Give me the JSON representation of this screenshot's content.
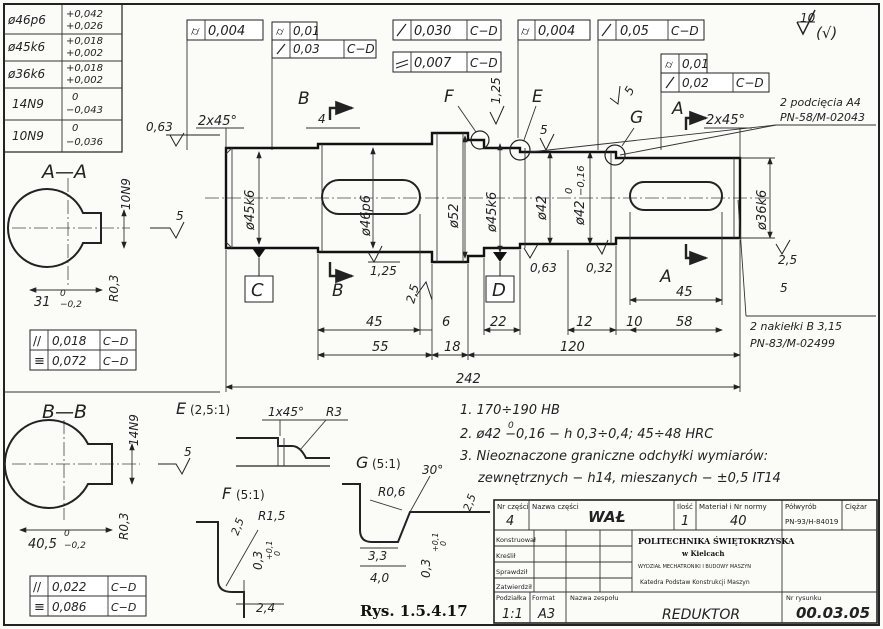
{
  "tolerance_table": [
    {
      "fit": "ø46p6",
      "upper": "+0,042",
      "lower": "+0,026"
    },
    {
      "fit": "ø45k6",
      "upper": "+0,018",
      "lower": "+0,002"
    },
    {
      "fit": "ø36k6",
      "upper": "+0,018",
      "lower": "+0,002"
    },
    {
      "fit": "14N9",
      "upper": "0",
      "lower": "−0,043"
    },
    {
      "fit": "10N9",
      "upper": "0",
      "lower": "−0,036"
    }
  ],
  "roughness_general": {
    "value": "10",
    "extra": "(√)"
  },
  "gdt_frames": {
    "f1": {
      "value": "0,004"
    },
    "f2a": {
      "value": "0,01"
    },
    "f2b": {
      "value": "0,03",
      "datum": "C−D"
    },
    "f3a": {
      "value": "0,030",
      "datum": "C−D"
    },
    "f3b": {
      "value": "0,007",
      "datum": "C−D"
    },
    "f4": {
      "value": "0,004"
    },
    "f5": {
      "value": "0,05",
      "datum": "C−D"
    },
    "f6a": {
      "value": "0,01"
    },
    "f6b": {
      "value": "0,02",
      "datum": "C−D"
    }
  },
  "section_labels": {
    "aa": "A—A",
    "bb": "B—B",
    "a_top": "A",
    "a_bottom": "A",
    "b_top": "B",
    "b_bottom": "B",
    "e": "E",
    "f": "F",
    "g": "G"
  },
  "datums": {
    "c": "C",
    "d": "D"
  },
  "shaft_dims": {
    "chamfer_left": "2x45°",
    "chamfer_right": "2x45°",
    "key_b": "4",
    "d45k6": "ø45k6",
    "d46p6": "ø46p6",
    "d52": "ø52",
    "d45k6b": "ø45k6",
    "d42": "ø42",
    "d42tol": "ø42",
    "d42tol_up": "0",
    "d42tol_low": "−0,16",
    "d36k6": "ø36k6",
    "r063": "0,63",
    "r125a": "1,25",
    "r125b": "1,25",
    "r25a": "2,5",
    "r5a": "5",
    "r5b": "5",
    "r063b": "0,63",
    "r032": "0,32",
    "r25b": "2,5",
    "r5c": "5",
    "len45a": "45",
    "len6": "6",
    "len22": "22",
    "len12": "12",
    "len10": "10",
    "len58": "58",
    "len45b": "45",
    "len55": "55",
    "len18": "18",
    "len120": "120",
    "len242": "242"
  },
  "notes_callouts": {
    "undercut_1": "2 podcięcia A4",
    "undercut_2": "PN-58/M-02043",
    "center_1": "2 nakiełki B 3,15",
    "center_2": "PN-83/M-02499"
  },
  "section_aa": {
    "width": "10N9",
    "depth": "R0,3",
    "size": "31",
    "size_up": "0",
    "size_low": "−0,2",
    "rough": "5",
    "tol1_val": "0,018",
    "tol1_datum": "C−D",
    "tol2_val": "0,072",
    "tol2_datum": "C−D"
  },
  "section_bb": {
    "width": "14N9",
    "depth": "R0,3",
    "size": "40,5",
    "size_up": "0",
    "size_low": "−0,2",
    "rough": "5",
    "tol1_val": "0,022",
    "tol1_datum": "C−D",
    "tol2_val": "0,086",
    "tol2_datum": "C−D"
  },
  "detail_e": {
    "label": "E",
    "scale": "(2,5:1)",
    "chamfer": "1x45°",
    "radius": "R3"
  },
  "detail_f": {
    "label": "F",
    "scale": "(5:1)",
    "radius": "R1,5",
    "rough": "2,5",
    "depth": "0,3",
    "depth_up": "+0,1",
    "depth_low": "0",
    "width": "2,4"
  },
  "detail_g": {
    "label": "G",
    "scale": "(5:1)",
    "radius": "R0,6",
    "angle": "30°",
    "rough": "2,5",
    "w1": "3,3",
    "w2": "4,0",
    "depth": "0,3",
    "depth_up": "+0,1",
    "depth_low": "0"
  },
  "notes": [
    "1. 170÷190 HB",
    "2. ø42 −0,16 − h 0,3÷0,4; 45÷48 HRC",
    "3. Nieoznaczone graniczne odchyłki wymiarów:",
    "zewnętrznych − h14, mieszanych − ±0,5 IT14"
  ],
  "note2_sup": "0",
  "figure_caption": "Rys. 1.5.4.17",
  "title_block": {
    "part_no_label": "Nr części",
    "part_no": "4",
    "part_name_label": "Nazwa części",
    "part_name": "WAŁ",
    "qty_label": "Ilość",
    "qty": "1",
    "material_label": "Materiał i Nr normy",
    "material": "40",
    "semi_label": "Półwyrób",
    "semi": "PN-93/H-84019",
    "weight_label": "Ciężar",
    "roles": [
      "Konstruował",
      "Kreślił",
      "Sprawdził",
      "Zatwierdził"
    ],
    "institution_1": "POLITECHNIKA ŚWIĘTOKRZYSKA",
    "institution_2": "w Kielcach",
    "institution_3": "WYDZIAŁ MECHATRONIKI I BUDOWY MASZYN",
    "institution_4": "Katedra Podstaw Konstrukcji Maszyn",
    "scale_label": "Podziałka",
    "scale": "1:1",
    "format_label": "Format",
    "format": "A3",
    "assembly_label": "Nazwa zespołu",
    "assembly": "REDUKTOR",
    "drawing_no_label": "Nr rysunku",
    "drawing_no": "00.03.05"
  }
}
